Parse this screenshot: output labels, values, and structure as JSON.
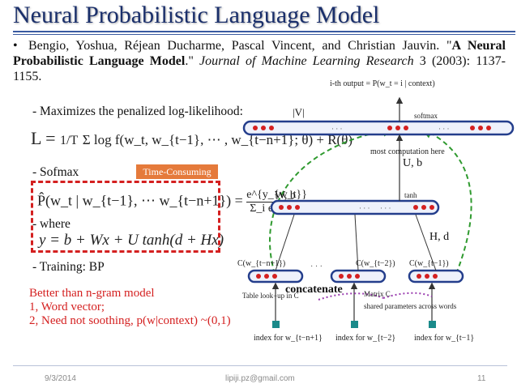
{
  "slide": {
    "title": "Neural Probabilistic Language Model",
    "reference": {
      "bullet": "•",
      "authors": "Bengio, Yoshua, Réjean Ducharme, Pascal Vincent, and Christian Jauvin. \"",
      "paper_title": "A Neural Probabilistic Language Model",
      "after_title": ".\" ",
      "journal": "Journal of Machine Learning Research",
      "details": " 3 (2003): 1137-1155."
    },
    "items": {
      "maximize": "-   Maximizes the penalized log-likelihood:",
      "softmax": "-   Sofmax",
      "where": "-   where",
      "training": "-   Training: BP"
    },
    "badge": "Time-Consuming",
    "equations": {
      "loglik_lhs": "L = ",
      "loglik_frac": "1/T",
      "loglik_body": "Σ log f(w_t, w_{t−1}, ⋯ , w_{t−n+1}; θ) + R(θ)",
      "softmax_lhs": "P̂(w_t | w_{t−1}, ⋯ w_{t−n+1}) = ",
      "softmax_num": "e^{y_{w_t}}",
      "softmax_den": "Σ_i e^{y_i}",
      "hidden": "y = b + Wx + U tanh(d + Hx)"
    },
    "notes": [
      "Better than n-gram model",
      "1, Word vector;",
      "2, Need not soothing, p(w|context) ~(0,1)"
    ]
  },
  "diagram": {
    "output_label": "i-th output = P(w_t = i | context)",
    "softmax": "softmax",
    "vocab": "|V|",
    "most_computation": "most  computation here",
    "tanh": "tanh",
    "U_b": "U, b",
    "W_b": "W, b",
    "H_d": "H, d",
    "concatenate": "concatenate",
    "c_labels": [
      "C(w_{t−n+1})",
      "C(w_{t−2})",
      "C(w_{t−1})"
    ],
    "table_lookup": "Table look−up in C",
    "matrix": "Matrix C",
    "shared": "shared parameters across words",
    "index_labels": [
      "index for w_{t−n+1}",
      "index for w_{t−2}",
      "index for w_{t−1}"
    ],
    "ellipsis": "· · ·"
  },
  "footer": {
    "date": "9/3/2014",
    "email": "lipiji.pz@gmail.com",
    "page": "11"
  },
  "colors": {
    "title": "#1a2f6b",
    "accent_red": "#d42020",
    "badge": "#e57a3b",
    "green": "#2f9a2f",
    "layer_border": "#243e8c"
  }
}
